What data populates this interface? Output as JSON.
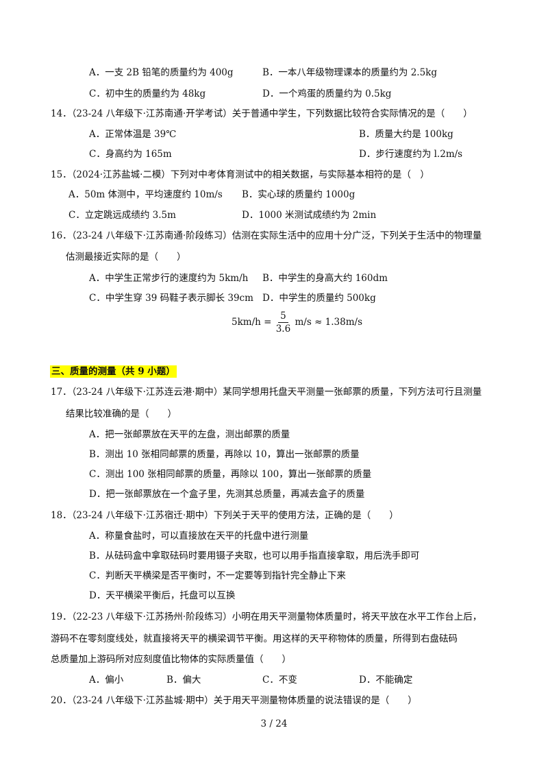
{
  "q13": {
    "A": "A．一支 2B 铅笔的质量约为 400g",
    "B": "B．一本八年级物理课本的质量约为 2.5kg",
    "C": "C．初中生的质量约为 48kg",
    "D": "D．一个鸡蛋的质量约为 0.5kg"
  },
  "q14": {
    "stem": "14．（23-24 八年级下·江苏南通·开学考试）关于普通中学生，下列数据比较符合实际情况的是（　　）",
    "A": "A．正常体温是 39℃",
    "B": "B．质量大约是 100kg",
    "C": "C．身高约为 165m",
    "D": "D．步行速度约为 l.2m/s"
  },
  "q15": {
    "stem": "15．（2024·江苏盐城·二模）下列对中考体育测试中的相关数据，与实际基本相符的是（　）",
    "A": "A．50m 体测中，平均速度约 10m/s",
    "B": "B．实心球的质量约 1000g",
    "C": "C．立定跳远成绩约 3.5m",
    "D": "D．1000 米测试成绩约为 2min"
  },
  "q16": {
    "stem1": "16．（23-24 八年级下·江苏南通·阶段练习）估测在实际生活中的应用十分广泛，下列关于生活中的物理量",
    "stem2": "估测最接近实际的是（　　）",
    "A": "A．中学生正常步行的速度约为 5km/h",
    "B": "B．中学生的身高大约 160dm",
    "C": "C．中学生穿 39 码鞋子表示脚长 39cm",
    "D": "D．中学生的质量约 500kg",
    "formula_left": "5km/h =",
    "formula_num": "5",
    "formula_den": "3.6",
    "formula_right": "m/s ≈ 1.38m/s"
  },
  "section3": {
    "title": "三、质量的测量（共 9 小题）"
  },
  "q17": {
    "stem1": "17．（23-24 八年级下·江苏连云港·期中）某同学想用托盘天平测量一张邮票的质量，下列方法可行且测量",
    "stem2": "结果比较准确的是（　　）",
    "A": "A．把一张邮票放在天平的左盘，测出邮票的质量",
    "B": "B．测出 10 张相同邮票的质量，再除以 10，算出一张邮票的质量",
    "C": "C．测出 100 张相同邮票的质量，再除以 100，算出一张邮票的质量",
    "D": "D．把一张邮票放在一个盒子里，先测其总质量，再减去盒子的质量"
  },
  "q18": {
    "stem": "18．（23-24 八年级下·江苏宿迁·期中）下列关于天平的使用方法，正确的是（　　）",
    "A": "A．称量食盐时，可以直接放在天平的托盘中进行测量",
    "B": "B．从砝码盒中拿取砝码时要用镊子夹取，也可以用手指直接拿取，用后洗手即可",
    "C": "C．判断天平横梁是否平衡时，不一定要等到指针完全静止下来",
    "D": "D．天平横梁平衡后，托盘可以互换"
  },
  "q19": {
    "stem1": "19．（22-23 八年级下·江苏扬州·阶段练习）小明在用天平测量物体质量时，将天平放在水平工作台上后，",
    "stem2": "游码不在零刻度线处，就直接将天平的横梁调节平衡。用这样的天平称物体的质量，所得到右盘砝码",
    "stem3": "总质量加上游码所对应刻度值比物体的实际质量值（　　）",
    "A": "A．偏小",
    "B": "B．偏大",
    "C": "C．不变",
    "D": "D．不能确定"
  },
  "q20": {
    "stem": "20．（23-24 八年级下·江苏盐城·期中）关于用天平测量物体质量的说法错误的是（　　）"
  },
  "footer": {
    "page": "3 / 24"
  }
}
